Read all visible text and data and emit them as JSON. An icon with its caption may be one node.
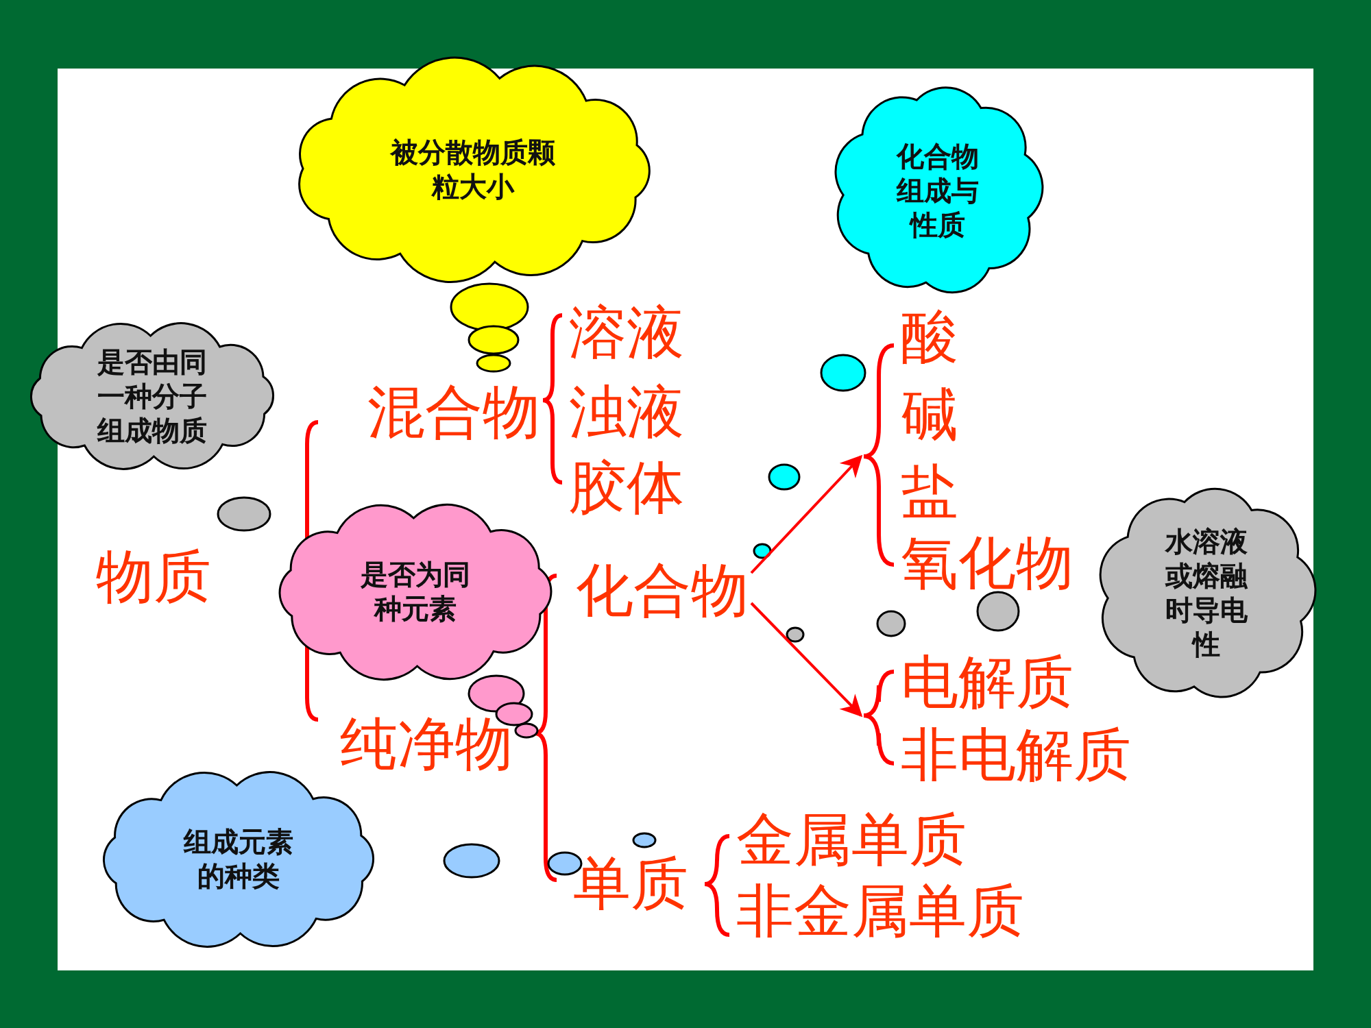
{
  "diagram": {
    "nodes": [
      {
        "text": [
          "被分散物质颗粒大小"
        ]
      },
      {
        "text": [
          "化合物组成与性质"
        ]
      },
      {
        "text": [
          "是否由同一种分子组成物质"
        ]
      },
      {
        "text": [
          "是否为同种元素"
        ]
      },
      {
        "text": [
          "水溶液或熔融时导电性"
        ]
      },
      {
        "text": [
          "组成元素的种类"
        ]
      },
      {
        "text": [
          "物质"
        ]
      },
      {
        "text": [
          "混合物"
        ]
      },
      {
        "text": [
          "溶液"
        ]
      },
      {
        "text": [
          "浊液"
        ]
      },
      {
        "text": [
          "胶体"
        ]
      },
      {
        "text": [
          "化合物"
        ]
      },
      {
        "text": [
          "纯净物"
        ]
      },
      {
        "text": [
          "酸"
        ]
      },
      {
        "text": [
          "碱"
        ]
      },
      {
        "text": [
          "盐"
        ]
      },
      {
        "text": [
          "氧化物"
        ]
      },
      {
        "text": [
          "电解质"
        ]
      },
      {
        "text": [
          "非电解质"
        ]
      },
      {
        "text": [
          "单质"
        ]
      },
      {
        "text": [
          "金属单质"
        ]
      },
      {
        "text": [
          "非金属单质"
        ]
      }
    ],
    "edges": [
      {
        "from": 11,
        "to": 14,
        "arrow": "to"
      },
      {
        "from": 11,
        "to": 17,
        "arrow": "to"
      }
    ]
  }
}
